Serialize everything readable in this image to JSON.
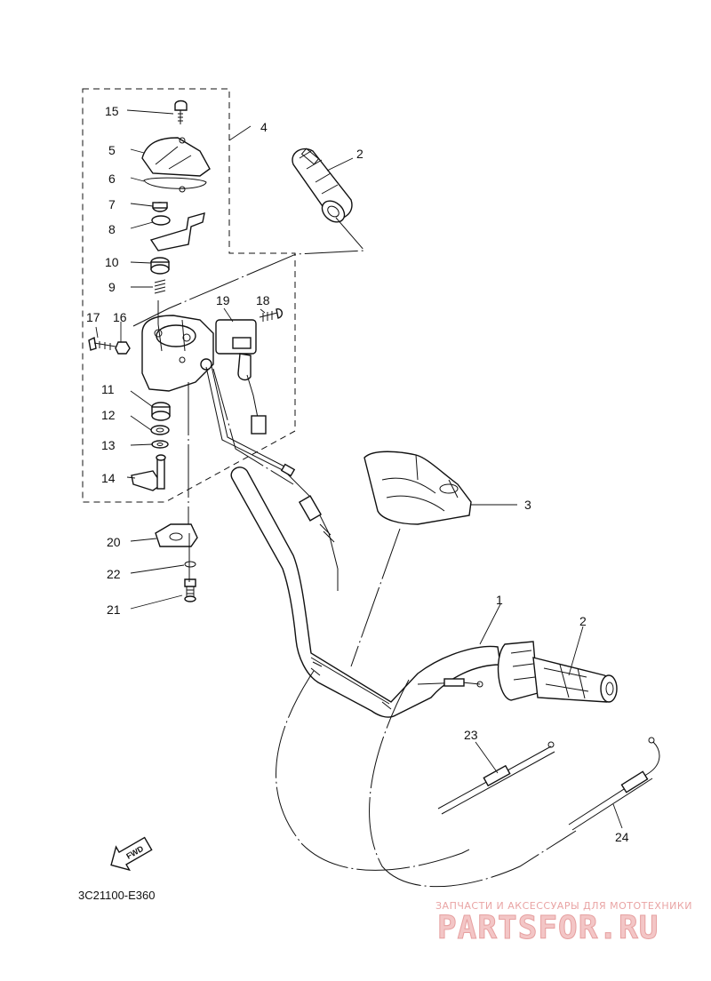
{
  "diagram_code": "3C21100-E360",
  "fwd_label": "FWD",
  "watermark": {
    "tagline": "ЗАПЧАСТИ И АКСЕССУАРЫ ДЛЯ МОТОТЕХНИКИ",
    "brand": "PARTSFOR.RU"
  },
  "callouts": {
    "c1": "1",
    "c2a": "2",
    "c2b": "2",
    "c3": "3",
    "c4": "4",
    "c5": "5",
    "c6": "6",
    "c7": "7",
    "c8": "8",
    "c9": "9",
    "c10": "10",
    "c11": "11",
    "c12": "12",
    "c13": "13",
    "c14": "14",
    "c15": "15",
    "c16": "16",
    "c17": "17",
    "c18": "18",
    "c19": "19",
    "c20": "20",
    "c21": "21",
    "c22": "22",
    "c23": "23",
    "c24": "24"
  },
  "colors": {
    "line": "#111111",
    "watermark": "#e6a0a0"
  }
}
